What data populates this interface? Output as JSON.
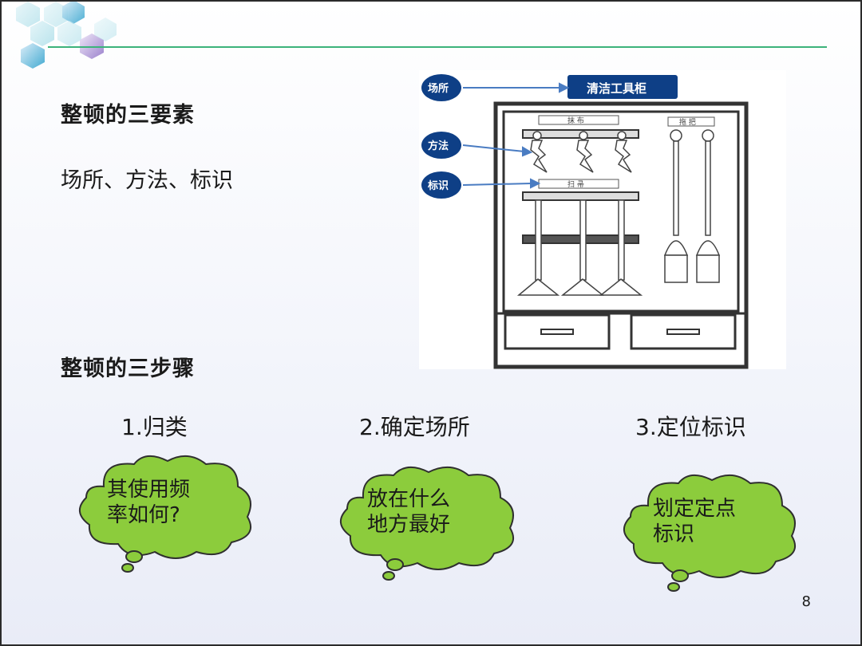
{
  "header": {
    "accent": "#3cb37a"
  },
  "section1": {
    "title": "整顿的三要素",
    "elements": "场所、方法、标识"
  },
  "diagram": {
    "tags": {
      "place": "场所",
      "method": "方法",
      "label": "标识"
    },
    "cabinet_title": "清洁工具柜",
    "shelf_labels": {
      "rag": "抹 布",
      "broom": "扫 帚",
      "mop": "拖 把"
    }
  },
  "section2": {
    "title": "整顿的三步骤"
  },
  "steps": [
    {
      "label": "1.归类",
      "bubble": "其使用频\n率如何?"
    },
    {
      "label": "2.确定场所",
      "bubble": "放在什么\n地方最好"
    },
    {
      "label": "3.定位标识",
      "bubble": "划定定点\n标识"
    }
  ],
  "footer": {
    "page": "8"
  },
  "colors": {
    "cloud_fill": "#8ccc3c",
    "cloud_stroke": "#2f2f2f",
    "tag_fill": "#0e3f86"
  }
}
